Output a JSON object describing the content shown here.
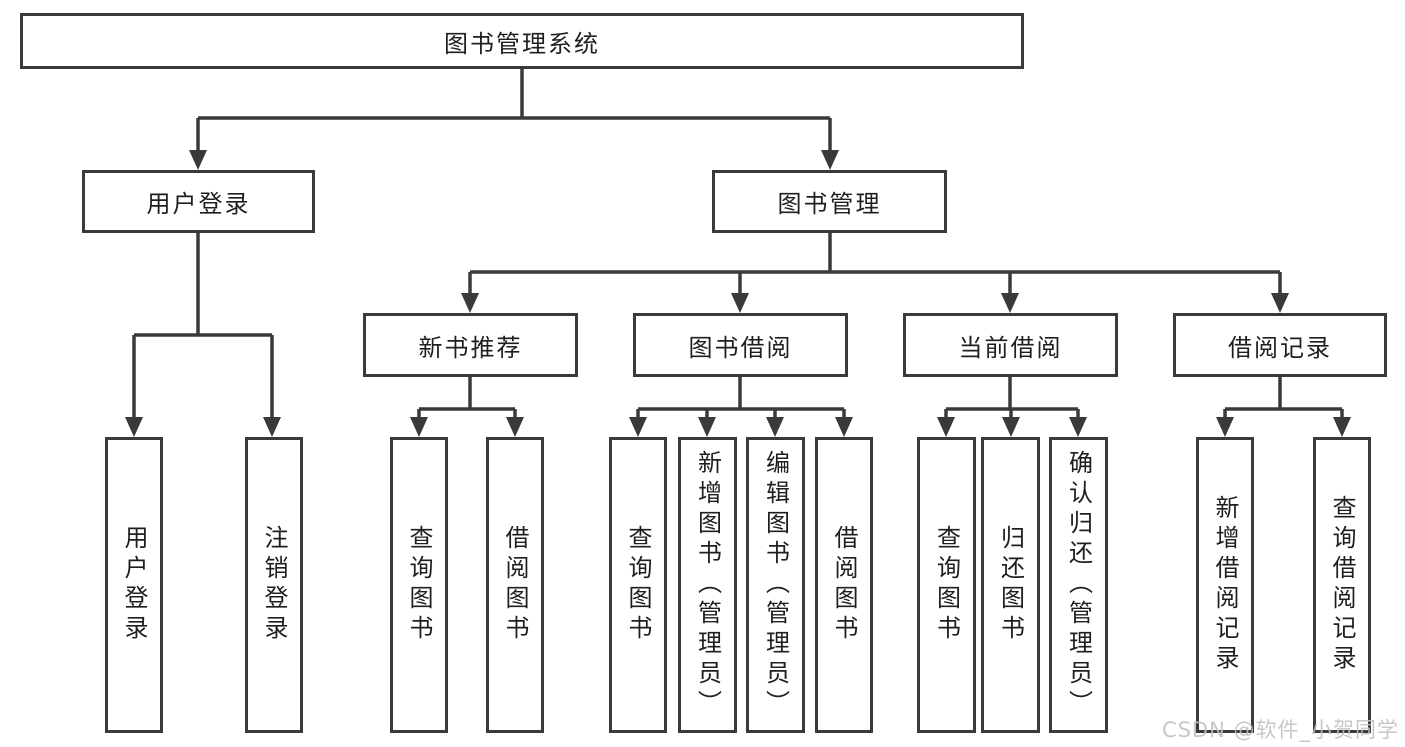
{
  "diagram": {
    "root": {
      "label": "图书管理系统"
    },
    "branches": [
      {
        "label": "用户登录",
        "children": [
          {
            "label": "用户登录"
          },
          {
            "label": "注销登录"
          }
        ]
      },
      {
        "label": "图书管理",
        "children": [
          {
            "label": "新书推荐",
            "children": [
              {
                "label": "查询图书"
              },
              {
                "label": "借阅图书"
              }
            ]
          },
          {
            "label": "图书借阅",
            "children": [
              {
                "label": "查询图书"
              },
              {
                "label": "新增图书（管理员）"
              },
              {
                "label": "编辑图书（管理员）"
              },
              {
                "label": "借阅图书"
              }
            ]
          },
          {
            "label": "当前借阅",
            "children": [
              {
                "label": "查询图书"
              },
              {
                "label": "归还图书"
              },
              {
                "label": "确认归还（管理员）"
              }
            ]
          },
          {
            "label": "借阅记录",
            "children": [
              {
                "label": "新增借阅记录"
              },
              {
                "label": "查询借阅记录"
              }
            ]
          }
        ]
      }
    ]
  },
  "watermark": {
    "text": "CSDN @软件_小贺同学"
  },
  "colors": {
    "line": "#3a3a3a",
    "text": "#1f1f1f",
    "background": "#ffffff",
    "watermark": "#c2c2c2"
  }
}
